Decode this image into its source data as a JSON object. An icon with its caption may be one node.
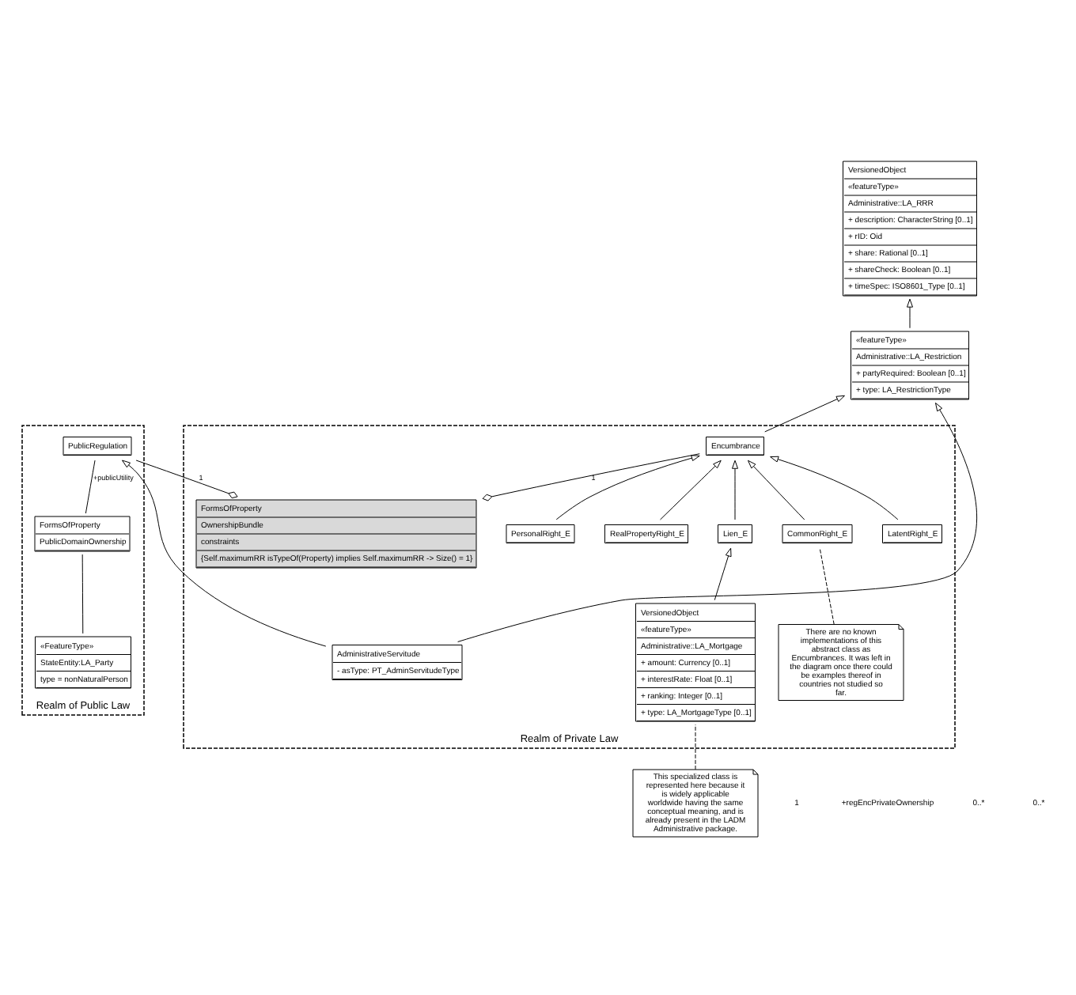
{
  "diagram": {
    "nodes": [
      {
        "text": [
          "VersionedObject",
          "«featureType»",
          "Administrative::LA_RRR",
          "+ description: CharacterString [0..1]",
          "+ rID: Oid",
          "+ share: Rational [0..1]",
          "+ shareCheck: Boolean [0..1]",
          "+ timeSpec: ISO8601_Type [0..1]"
        ]
      },
      {
        "text": [
          "«featureType»",
          "Administrative::LA_Restriction",
          "+ partyRequired: Boolean [0..1]",
          "+ type: LA_RestrictionType"
        ]
      },
      {
        "text": [
          "Realm of Private Law"
        ]
      },
      {
        "text": [
          "FormsOfProperty",
          "OwnershipBundle",
          "constraints",
          "{Self.maximumRR isTypeOf(Property) implies Self.maximumRR -> Size() = 1}"
        ],
        "in": 2
      },
      {
        "text": [
          "AdministrativeServitude",
          "- asType: PT_AdminServitudeType"
        ],
        "in": 2
      },
      {
        "text": [
          "There are no known implementations of this abstract class as Encumbrances. It was left in the diagram once there could be examples thereof in countries not studied so far."
        ],
        "in": 2
      },
      {
        "text": [
          "Encumbrance"
        ],
        "in": 2
      },
      {
        "text": [
          "VersionedObject",
          "«featureType»",
          "Administrative::LA_Mortgage",
          "+ amount: Currency [0..1]",
          "+ interestRate: Float [0..1]",
          "+ ranking: Integer [0..1]",
          "+ type: LA_MortgageType [0..1]"
        ],
        "in": 2
      },
      {
        "text": [
          "CommonRight_E"
        ],
        "in": 2
      },
      {
        "text": [
          "RealPropertyRight_E"
        ],
        "in": 2
      },
      {
        "text": [
          "PersonalRight_E"
        ],
        "in": 2
      },
      {
        "text": [
          "LatentRight_E"
        ],
        "in": 2
      },
      {
        "text": [
          "Lien_E"
        ],
        "in": 2
      },
      {
        "text": [
          "Realm of Public Law"
        ]
      },
      {
        "text": [
          "«FeatureType»",
          "StateEntity:LA_Party",
          "type = nonNaturalPerson"
        ],
        "in": 13
      },
      {
        "text": [
          "FormsOfProperty",
          "PublicDomainOwnership"
        ],
        "in": 13
      },
      {
        "text": [
          "PublicRegulation"
        ],
        "in": 13
      },
      {
        "text": [
          "This specialized class is represented here because it is widely applicable worldwide having the same conceptual meaning, and is already present in the LADM Administrative package."
        ]
      }
    ],
    "edges": [
      {
        "from": 1,
        "to": 0,
        "arrow": "to"
      },
      {
        "from": 6,
        "to": 1,
        "arrow": "to"
      },
      {
        "from": 4,
        "to": 1,
        "arrow": "to"
      },
      {
        "from": 3,
        "to": 6,
        "arrow": "other",
        "label": "1"
      },
      {
        "from": 3,
        "to": 16,
        "arrow": "other",
        "label": "1"
      },
      {
        "from": 4,
        "to": 16,
        "arrow": "to"
      },
      {
        "from": 14,
        "to": 15,
        "arrow": "none"
      },
      {
        "from": 15,
        "to": 16,
        "arrow": "none",
        "label": "+publicUtility"
      },
      {
        "from": 8,
        "to": 6,
        "arrow": "to"
      },
      {
        "from": 9,
        "to": 6,
        "arrow": "to"
      },
      {
        "from": 10,
        "to": 6,
        "arrow": "to"
      },
      {
        "from": 11,
        "to": 6,
        "arrow": "to"
      },
      {
        "from": 12,
        "to": 6,
        "arrow": "to"
      },
      {
        "from": 7,
        "to": 12,
        "arrow": "to"
      },
      {
        "from": 5,
        "to": 8,
        "arrow": "none",
        "style": "dashed"
      },
      {
        "from": 17,
        "to": 7,
        "arrow": "none",
        "style": "dashed"
      }
    ],
    "labels": [
      "1",
      "+regEncPrivateOwnership",
      "0..*",
      "0..*"
    ]
  }
}
